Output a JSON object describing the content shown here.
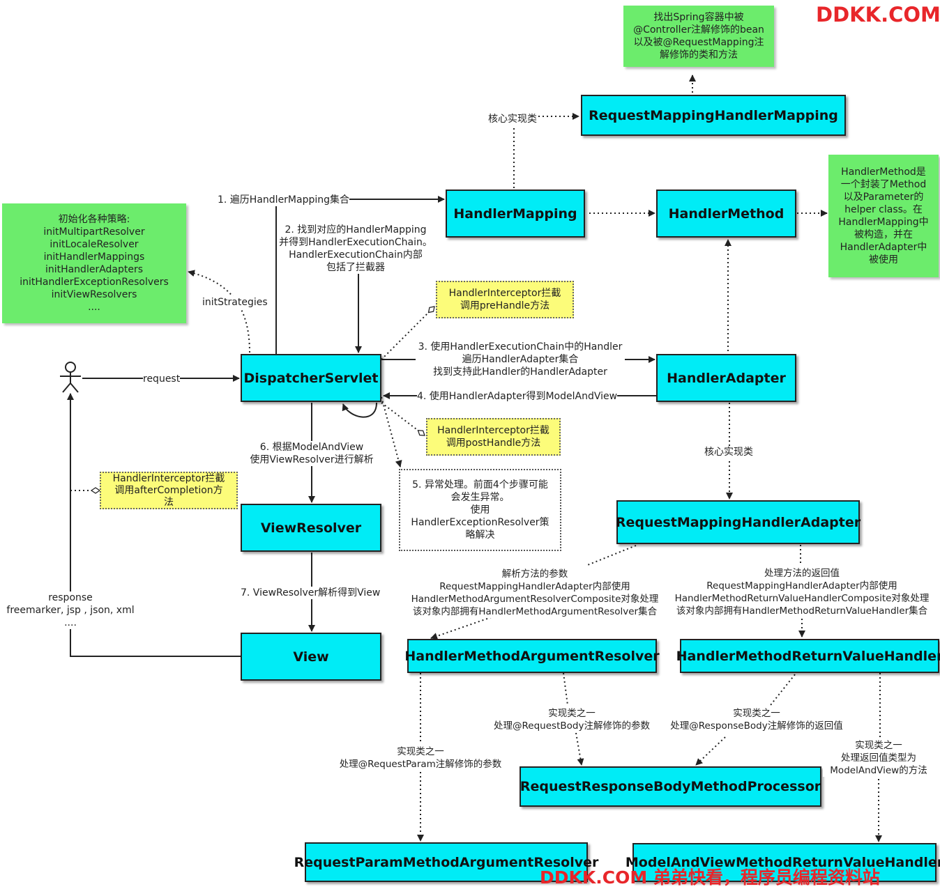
{
  "watermark": {
    "top": "DDKK.COM",
    "bottom": "DDKK.COM 弟弟快看，程序员编程资料站"
  },
  "boxes": {
    "rmhm": "RequestMappingHandlerMapping",
    "hm": "HandlerMapping",
    "hmethod": "HandlerMethod",
    "ds": "DispatcherServlet",
    "ha": "HandlerAdapter",
    "vr": "ViewResolver",
    "view": "View",
    "rmha": "RequestMappingHandlerAdapter",
    "hmar": "HandlerMethodArgumentResolver",
    "hmrvh": "HandlerMethodReturnValueHandler",
    "rrbmp": "RequestResponseBodyMethodProcessor",
    "rpmar": "RequestParamMethodArgumentResolver",
    "mavmrvh": "ModelAndViewMethodReturnValueHandler"
  },
  "notes": {
    "spring_container": "找出Spring容器中被\n@Controller注解修饰的bean\n以及被@RequestMapping注\n解修饰的类和方法",
    "handler_method": "HandlerMethod是\n一个封装了Method\n以及Parameter的\nhelper class。在\nHandlerMapping中\n被构造，并在\nHandlerAdapter中\n被使用",
    "init_strategies": "初始化各种策略:\ninitMultipartResolver\ninitLocaleResolver\ninitHandlerMappings\ninitHandlerAdapters\ninitHandlerExceptionResolvers\ninitViewResolvers\n....",
    "prehandle": "HandlerInterceptor拦截\n调用preHandle方法",
    "posthandle": "HandlerInterceptor拦截\n调用postHandle方法",
    "aftercompletion": "HandlerInterceptor拦截\n调用afterCompletion方\n法",
    "exception": "5. 异常处理。前面4个步骤可能\n会发生异常。\n使用\nHandlerExceptionResolver策\n略解决"
  },
  "labels": {
    "core_impl_1": "核心实现类",
    "core_impl_2": "核心实现类",
    "step1": "1. 遍历HandlerMapping集合",
    "step2": "2. 找到对应的HandlerMapping\n并得到HandlerExecutionChain。\nHandlerExecutionChain内部\n包括了拦截器",
    "init_strategies": "initStrategies",
    "request": "request",
    "step3": "3. 使用HandlerExecutionChain中的Handler\n遍历HandlerAdapter集合\n找到支持此Handler的HandlerAdapter",
    "step4": "4. 使用HandlerAdapter得到ModelAndView",
    "step6": "6. 根据ModelAndView\n使用ViewResolver进行解析",
    "step7": "7. ViewResolver解析得到View",
    "response": "response\nfreemarker, jsp , json, xml\n....",
    "parse_params": "解析方法的参数\nRequestMappingHandlerAdapter内部使用\nHandlerMethodArgumentResolverComposite对象处理\n该对象内部拥有HandlerMethodArgumentResolver集合",
    "handle_return": "处理方法的返回值\nRequestMappingHandlerAdapter内部使用\nHandlerMethodReturnValueHandlerComposite对象处理\n该对象内部拥有HandlerMethodReturnValueHandler集合",
    "impl_requestbody": "实现类之一\n处理@RequestBody注解修饰的参数",
    "impl_responsebody": "实现类之一\n处理@ResponseBody注解修饰的返回值",
    "impl_requestparam": "实现类之一\n处理@RequestParam注解修饰的参数",
    "impl_modelandview": "实现类之一\n处理返回值类型为\nModelAndView的方法"
  }
}
